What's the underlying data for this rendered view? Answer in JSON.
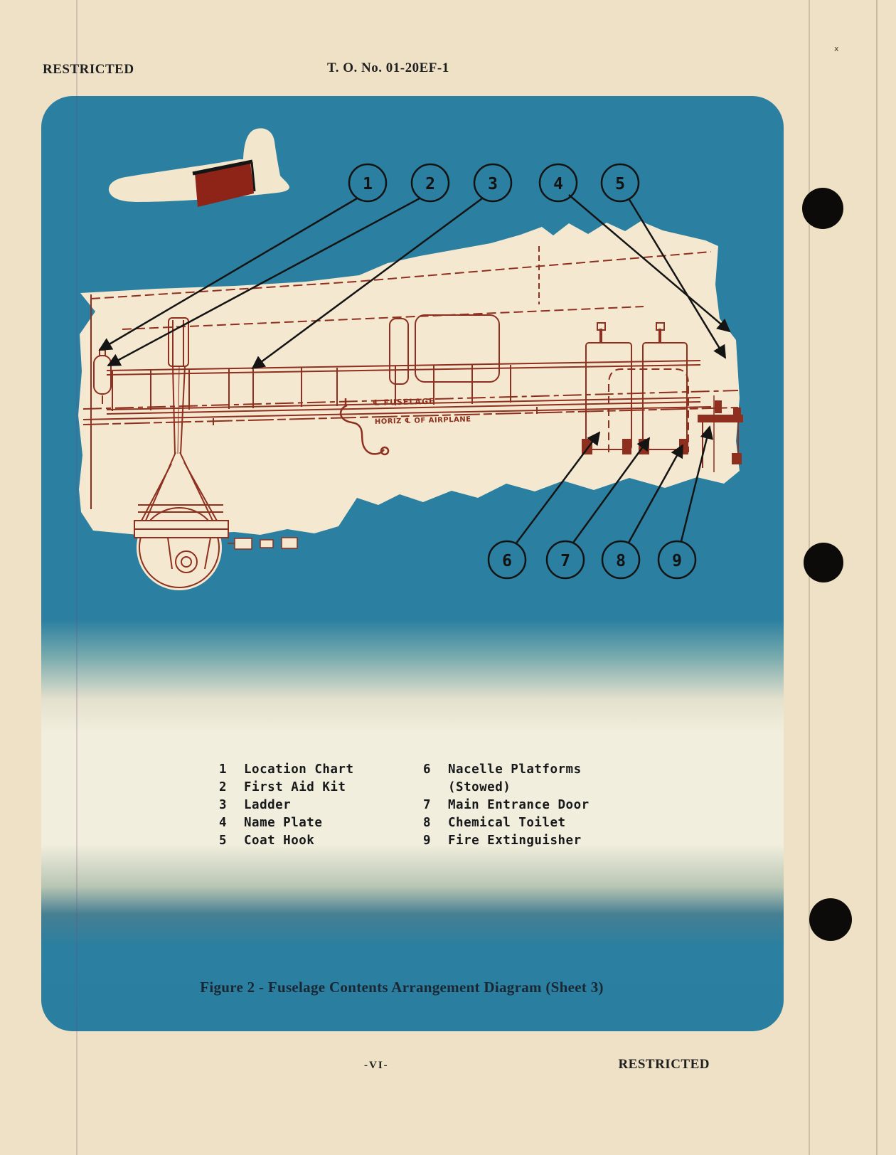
{
  "page": {
    "header_left": "RESTRICTED",
    "header_center": "T. O. No. 01-20EF-1",
    "footer_center": "-VI-",
    "footer_right": "RESTRICTED",
    "corner_mark": "x"
  },
  "figure": {
    "caption": "Figure 2 - Fuselage Contents Arrangement Diagram (Sheet 3)",
    "labels": {
      "fuselage_cl": "℄ FUSELAGE",
      "horiz_cl": "HORIZ ℄ OF AIRPLANE"
    },
    "callouts": [
      "1",
      "2",
      "3",
      "4",
      "5",
      "6",
      "7",
      "8",
      "9"
    ]
  },
  "legend": {
    "left": [
      {
        "num": "1",
        "label": "Location Chart"
      },
      {
        "num": "2",
        "label": "First Aid Kit"
      },
      {
        "num": "3",
        "label": "Ladder"
      },
      {
        "num": "4",
        "label": "Name Plate"
      },
      {
        "num": "5",
        "label": "Coat Hook"
      }
    ],
    "right": [
      {
        "num": "6",
        "label": "Nacelle Platforms"
      },
      {
        "num": "",
        "label": "(Stowed)"
      },
      {
        "num": "7",
        "label": "Main Entrance Door"
      },
      {
        "num": "8",
        "label": "Chemical Toilet"
      },
      {
        "num": "9",
        "label": "Fire Extinguisher"
      }
    ]
  },
  "colors": {
    "panel_blue": "#2b7fa0",
    "paper_cream": "#eee1c6",
    "diagram_cream": "#f4e9d0",
    "diagram_red": "#8e2f1f",
    "highlight_red": "#8e2417",
    "ink_black": "#1c1c1e"
  }
}
